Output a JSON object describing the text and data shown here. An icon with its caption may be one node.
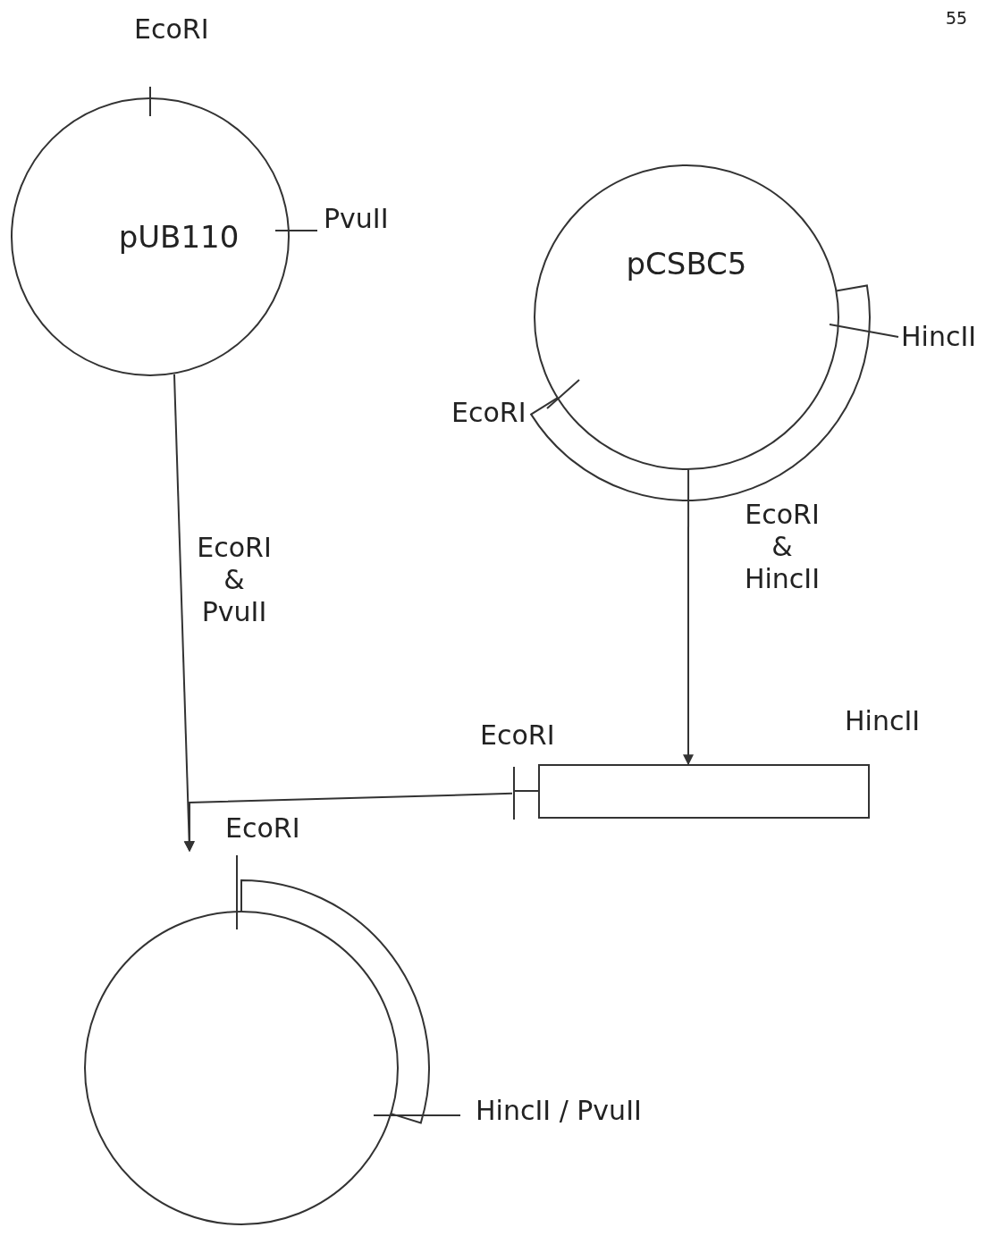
{
  "diagram": {
    "nodes": [
      {
        "text": [
          "pUB110"
        ]
      },
      {
        "text": [
          "pCSBC5"
        ]
      },
      {
        "text": [],
        "shape": "bar"
      },
      {
        "text": [],
        "shape": "circle"
      }
    ],
    "edges": [
      {
        "from": 0,
        "to": 3,
        "arrow": "to",
        "label": "EcoRI & PvuII"
      },
      {
        "from": 2,
        "to": 3,
        "arrow": "to"
      },
      {
        "from": 1,
        "to": 2,
        "arrow": "to",
        "label": "EcoRI & HincII"
      }
    ],
    "labels": [
      "55",
      "EcoRI",
      "PvuII",
      "EcoRI",
      "HincII",
      "EcoRI",
      "HincII",
      "EcoRI",
      "HincII / PvuII"
    ]
  }
}
